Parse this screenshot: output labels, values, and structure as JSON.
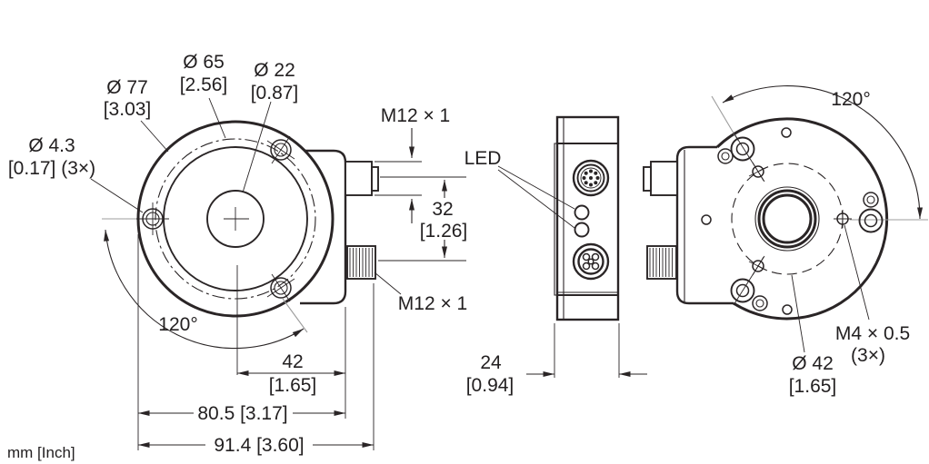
{
  "units_note": "mm [Inch]",
  "front_view": {
    "dia77": "Ø 77",
    "dia77_in": "[3.03]",
    "dia65": "Ø 65",
    "dia65_in": "[2.56]",
    "dia22": "Ø 22",
    "dia22_in": "[0.87]",
    "dia43": "Ø 4.3",
    "dia43_in": "[0.17] (3×)",
    "angle": "120°",
    "m12_top": "M12 × 1",
    "m12_bottom": "M12 × 1",
    "dim32": "32",
    "dim32_in": "[1.26]",
    "dim42": "42",
    "dim42_in": "[1.65]",
    "dim805": "80.5 [3.17]",
    "dim914": "91.4 [3.60]"
  },
  "side_view": {
    "led": "LED",
    "dim24": "24",
    "dim24_in": "[0.94]"
  },
  "back_view": {
    "angle": "120°",
    "m4": "M4 × 0.5",
    "m4_count": "(3×)",
    "dia42": "Ø 42",
    "dia42_in": "[1.65]"
  },
  "colors": {
    "line": "#2a2526",
    "gray_line": "#9d9d9d",
    "background": "#ffffff"
  }
}
